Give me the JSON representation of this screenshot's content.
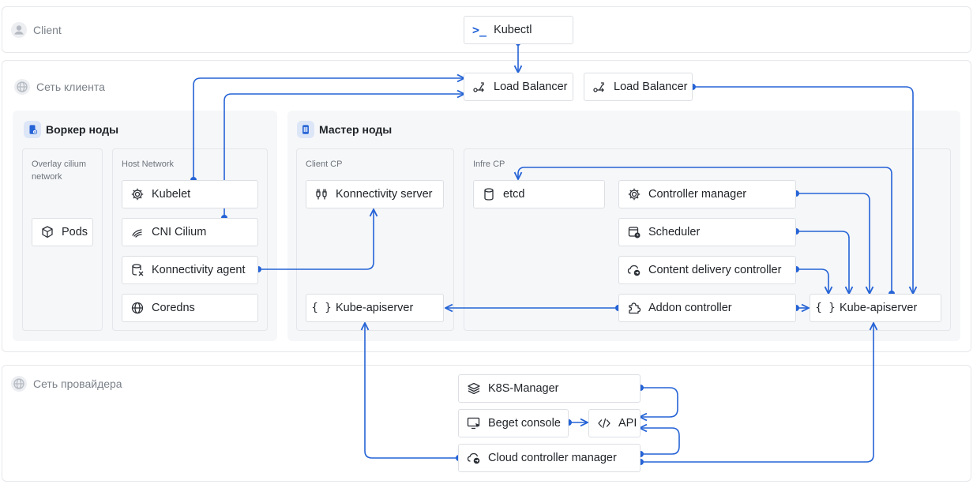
{
  "colors": {
    "accent": "#1d5fd8",
    "line": "#2563d6"
  },
  "bands": {
    "client": {
      "label": "Client",
      "icon": "user-icon"
    },
    "client_net": {
      "label": "Сеть клиента",
      "icon": "globe-icon"
    },
    "provider_net": {
      "label": "Сеть провайдера",
      "icon": "globe-icon"
    }
  },
  "groups": {
    "workers": {
      "title": "Воркер ноды",
      "overlay_title": "Overlay cilium network",
      "host_title": "Host Network"
    },
    "masters": {
      "title": "Мастер ноды",
      "client_cp_title": "Client CP",
      "infra_cp_title": "Infre CP"
    }
  },
  "nodes": {
    "kubectl": {
      "prompt": ">_",
      "label": "Kubectl"
    },
    "lb1": {
      "label": "Load Balancer",
      "icon": "load-balancer-icon"
    },
    "lb2": {
      "label": "Load Balancer",
      "icon": "load-balancer-icon"
    },
    "pods": {
      "label": "Pods",
      "icon": "cube-icon"
    },
    "kubelet": {
      "label": "Kubelet",
      "icon": "gear-icon"
    },
    "cni": {
      "label": "CNI Cilium",
      "icon": "signal-icon"
    },
    "konn_agent": {
      "label": "Konnectivity agent",
      "icon": "database-icon"
    },
    "coredns": {
      "label": "Coredns",
      "icon": "globe-icon"
    },
    "konn_server": {
      "label": "Konnectivity server",
      "icon": "plug-icon"
    },
    "apiserver_client": {
      "label": "Kube-apiserver",
      "icon": "braces-icon"
    },
    "etcd": {
      "label": "etcd",
      "icon": "cylinder-icon"
    },
    "ctrl_manager": {
      "label": "Controller manager",
      "icon": "gear-icon"
    },
    "scheduler": {
      "label": "Scheduler",
      "icon": "calendar-clock-icon"
    },
    "cdc": {
      "label": "Content delivery controller",
      "icon": "cloud-icon"
    },
    "addon": {
      "label": "Addon controller",
      "icon": "puzzle-icon"
    },
    "apiserver_infra": {
      "label": "Kube-apiserver",
      "icon": "braces-icon"
    },
    "k8s_manager": {
      "label": "K8S-Manager",
      "icon": "layers-icon"
    },
    "beget_console": {
      "label": "Beget console",
      "icon": "monitor-icon"
    },
    "api": {
      "label": "API",
      "icon": "code-icon"
    },
    "ccm": {
      "label": "Cloud controller manager",
      "icon": "cloud-icon"
    }
  }
}
